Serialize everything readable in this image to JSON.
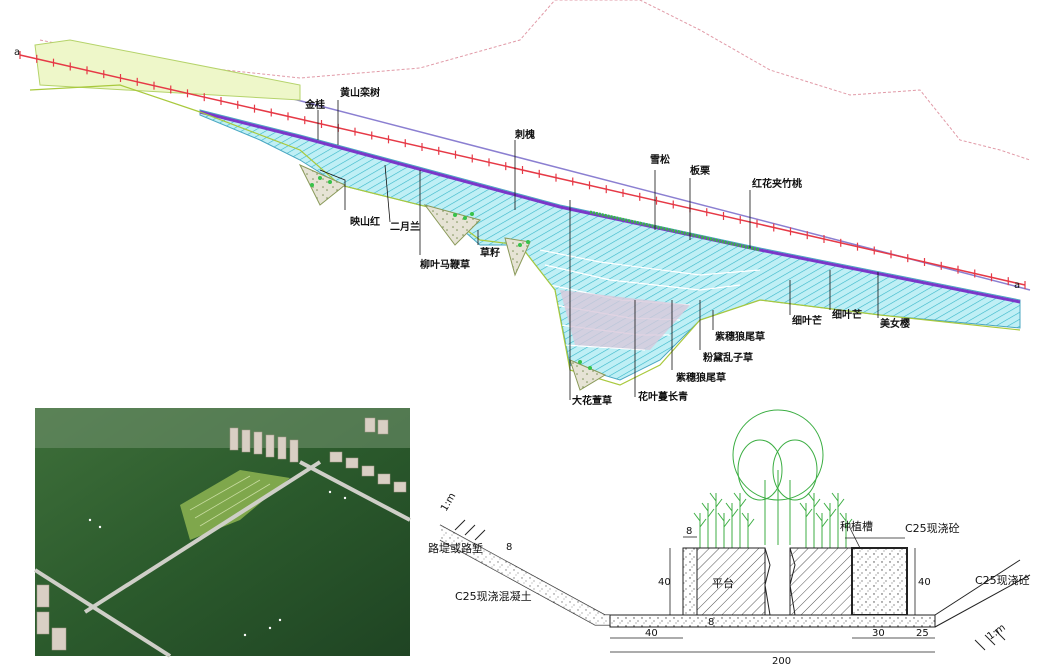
{
  "slope_plan": {
    "start_marker": "a",
    "end_marker": "a",
    "plant_labels": [
      {
        "key": "jingui",
        "text": "金桂"
      },
      {
        "key": "huangshanluan",
        "text": "黄山栾树"
      },
      {
        "key": "cihuai",
        "text": "刺槐"
      },
      {
        "key": "xuesong",
        "text": "雪松"
      },
      {
        "key": "banli",
        "text": "板栗"
      },
      {
        "key": "hongjia",
        "text": "红花夹竹桃"
      },
      {
        "key": "yingshanhong",
        "text": "映山红"
      },
      {
        "key": "eryuelan",
        "text": "二月兰"
      },
      {
        "key": "liuye",
        "text": "柳叶马鞭草"
      },
      {
        "key": "caozi",
        "text": "草籽"
      },
      {
        "key": "dahuaxuan",
        "text": "大花萱草"
      },
      {
        "key": "huaye",
        "text": "花叶蔓长青"
      },
      {
        "key": "zijiao1",
        "text": "紫穗狼尾草"
      },
      {
        "key": "fenluan",
        "text": "粉黛乱子草"
      },
      {
        "key": "zijiao2",
        "text": "紫穗狼尾草"
      },
      {
        "key": "xiyemang1",
        "text": "细叶芒"
      },
      {
        "key": "xiyemang2",
        "text": "细叶芒"
      },
      {
        "key": "meinvying",
        "text": "美女樱"
      }
    ]
  },
  "section_detail": {
    "left_slope_ratio": "1:m",
    "right_slope_ratio": "1:m",
    "embankment_label": "路堤或路堑",
    "c25_concrete_label": "C25现浇混凝土",
    "planting_groove_label": "种植槽",
    "c25_cast_label_top": "C25现浇砼",
    "c25_cast_label_right": "C25现浇砼",
    "platform_label": "平台",
    "dims": {
      "d8_top": "8",
      "d8_slope": "8",
      "d8_bottom": "8",
      "d40_left": "40",
      "d40_right": "40",
      "d40_bottom": "40",
      "d30": "30",
      "d25": "25",
      "d200": "200"
    }
  }
}
